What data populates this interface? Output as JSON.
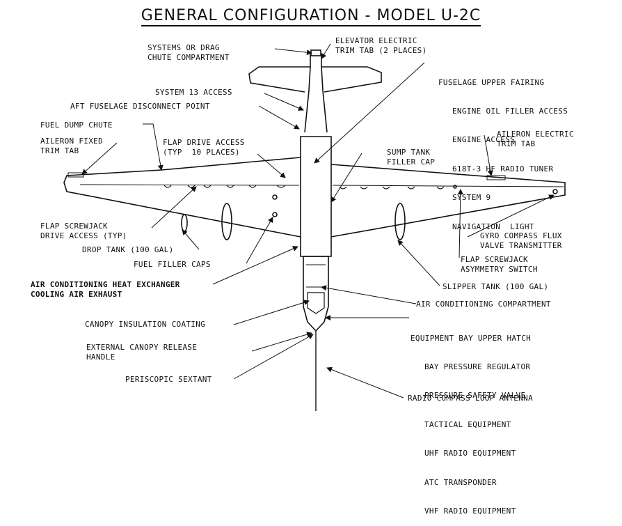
{
  "title": "GENERAL CONFIGURATION - MODEL U-2C",
  "labels": {
    "systems_chute": "SYSTEMS OR DRAG\nCHUTE COMPARTMENT",
    "elevator_trim": "ELEVATOR ELECTRIC\nTRIM TAB (2 PLACES)",
    "system13": "SYSTEM 13 ACCESS",
    "aft_fuselage": "AFT FUSELAGE DISCONNECT POINT",
    "fuel_dump": "FUEL DUMP CHUTE",
    "aileron_fixed": "AILERON FIXED\nTRIM TAB",
    "flap_drive": "FLAP DRIVE ACCESS\n(TYP  10 PLACES)",
    "sump_tank": "SUMP TANK\nFILLER CAP",
    "aileron_electric": "AILERON ELECTRIC\nTRIM TAB",
    "flap_screwjack_drive": "FLAP SCREWJACK\nDRIVE ACCESS (TYP)",
    "drop_tank": "DROP TANK (100 GAL)",
    "gyro_compass": "GYRO COMPASS FLUX\nVALVE TRANSMITTER",
    "fuel_filler": "FUEL FILLER CAPS",
    "flap_asym": "FLAP SCREWJACK\nASYMMETRY SWITCH",
    "ac_heat": "AIR CONDITIONING HEAT EXCHANGER\nCOOLING AIR EXHAUST",
    "slipper_tank": "SLIPPER TANK (100 GAL)",
    "ac_compartment": "AIR CONDITIONING COMPARTMENT",
    "canopy_insulation": "CANOPY INSULATION COATING",
    "canopy_release": "EXTERNAL CANOPY RELEASE\nHANDLE",
    "periscopic": "PERISCOPIC SEXTANT",
    "radio_compass": "RADIO COMPASS LOOP ANTENNA"
  },
  "fairing": {
    "heading": "FUSELAGE UPPER FAIRING",
    "items": [
      "ENGINE OIL FILLER ACCESS",
      "ENGINE ACCESS",
      "618T-3 HF RADIO TUNER",
      "SYSTEM 9",
      "NAVIGATION  LIGHT"
    ]
  },
  "equipment_bay": {
    "heading": "EQUIPMENT BAY UPPER HATCH",
    "items": [
      "BAY PRESSURE REGULATOR",
      "PRESSURE SAFETY VALVE",
      "TACTICAL EQUIPMENT",
      "UHF RADIO EQUIPMENT",
      "ATC TRANSPONDER",
      "VHF RADIO EQUIPMENT"
    ]
  }
}
